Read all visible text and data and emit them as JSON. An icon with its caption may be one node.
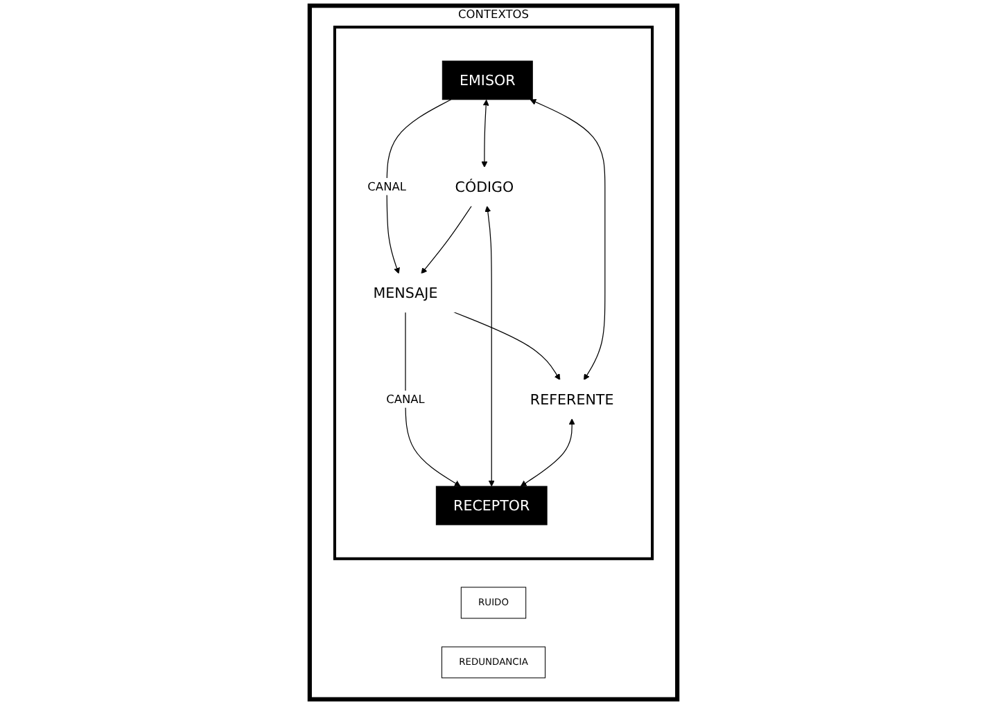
{
  "diagram": {
    "nodes": [
      {
        "text": [
          "CONTEXTOS"
        ]
      },
      {
        "text": [
          "RUIDO"
        ],
        "in": 0
      },
      {
        "text": [],
        "shape": "box",
        "in": 0
      },
      {
        "text": [
          "EMISOR"
        ],
        "in": 2
      },
      {
        "text": [
          "CÓDIGO"
        ],
        "in": 2
      },
      {
        "text": [
          "MENSAJE"
        ],
        "in": 2
      },
      {
        "text": [
          "REFERENTE"
        ],
        "in": 2
      },
      {
        "text": [
          "RECEPTOR"
        ],
        "in": 2
      },
      {
        "text": [
          "REDUNDANCIA"
        ],
        "in": 0
      }
    ],
    "edges": [
      {
        "from": 3,
        "to": 5,
        "arrow": "to",
        "label": "CANAL"
      },
      {
        "from": 4,
        "to": 5,
        "arrow": "to"
      },
      {
        "from": 5,
        "to": 6,
        "arrow": "to"
      },
      {
        "from": 5,
        "to": 7,
        "arrow": "to",
        "label": "CANAL"
      },
      {
        "from": 3,
        "to": 4,
        "arrow": "both"
      },
      {
        "from": 3,
        "to": 6,
        "arrow": "both"
      },
      {
        "from": 4,
        "to": 7,
        "arrow": "both"
      },
      {
        "from": 6,
        "to": 7,
        "arrow": "both"
      }
    ]
  }
}
